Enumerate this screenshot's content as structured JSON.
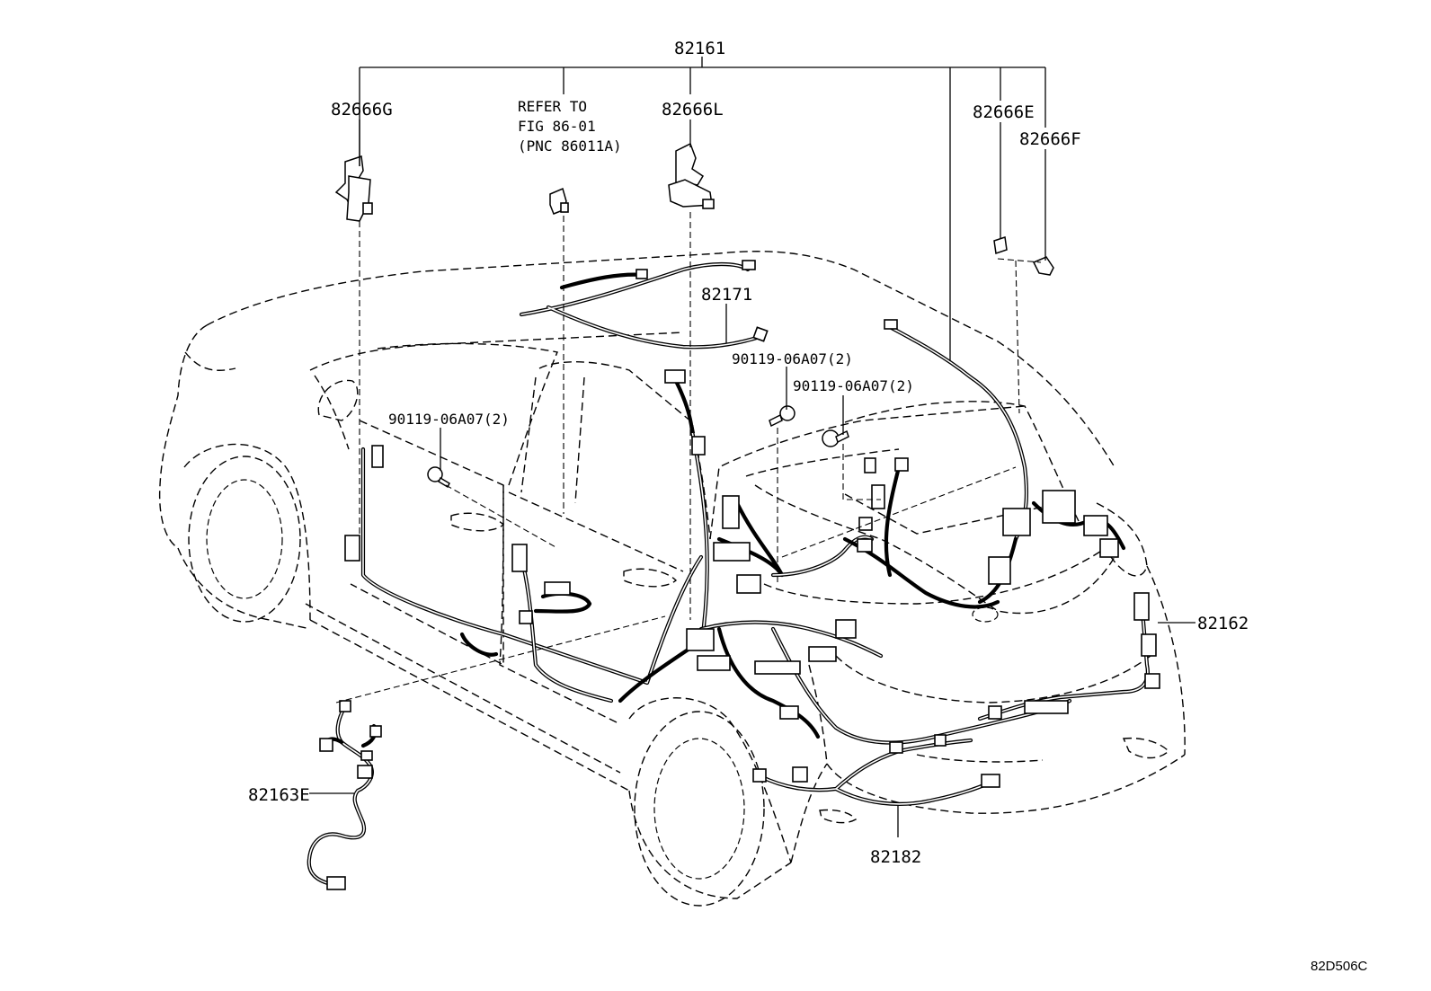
{
  "labels": {
    "harness_main": "82161",
    "bracket_left": "82666G",
    "refer_line1": "REFER TO",
    "refer_line2": "FIG 86-01",
    "refer_line3": "(PNC 86011A)",
    "bracket_center": "82666L",
    "clip_e": "82666E",
    "clip_f": "82666F",
    "roof_wire": "82171",
    "bolt_a": "90119-06A07(2)",
    "bolt_b": "90119-06A07(2)",
    "bolt_c": "90119-06A07(2)",
    "rear_harness": "82162",
    "floor_harness": "82163E",
    "bumper_harness": "82182"
  },
  "diagram_code": "82D506C"
}
